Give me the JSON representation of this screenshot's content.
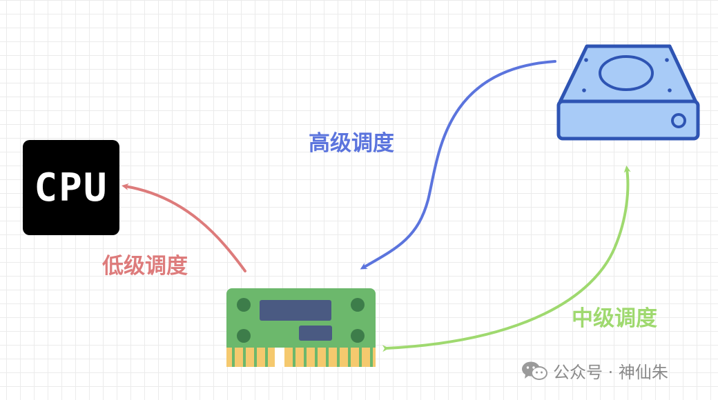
{
  "diagram": {
    "cpu": {
      "label": "CPU"
    },
    "labels": {
      "high_level": "高级调度",
      "low_level": "低级调度",
      "mid_level": "中级调度"
    },
    "watermark": {
      "icon": "wechat-icon",
      "text": "公众号 · 神仙朱"
    },
    "colors": {
      "high_level": "#5b74dd",
      "low_level": "#dd7b7b",
      "mid_level": "#9fd96f",
      "disk_fill": "#a8cbf7",
      "disk_stroke": "#2e54b3",
      "memory_board": "#6cb86c",
      "memory_chip": "#4a5a82",
      "memory_pins": "#f5c96e"
    }
  }
}
